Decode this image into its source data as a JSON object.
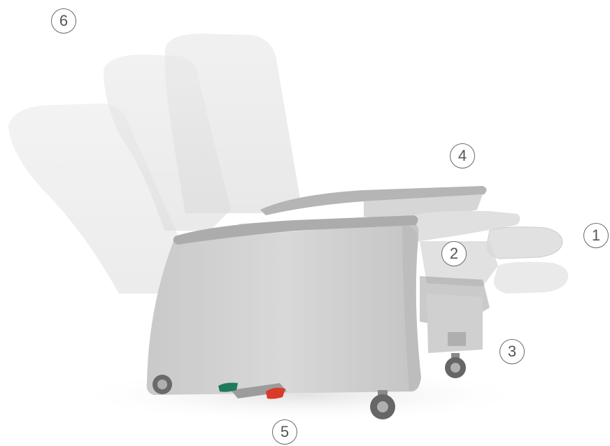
{
  "callouts": [
    "1",
    "2",
    "3",
    "4",
    "5",
    "6"
  ],
  "colors": {
    "chair": "#d2d2d2",
    "chair_shadow": "#b9b9b9",
    "arm": "#b0b0b0",
    "pedal_green": "#1f7a5a",
    "pedal_red": "#d93a2a"
  }
}
